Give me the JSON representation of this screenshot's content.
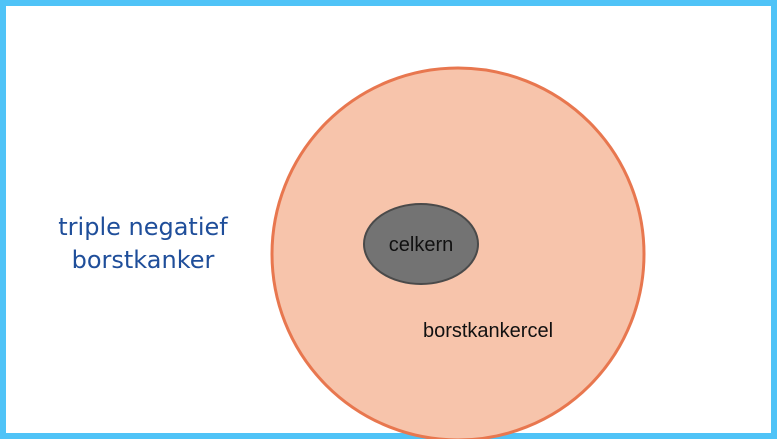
{
  "label": {
    "line1": "triple negatief",
    "line2": "borstkanker"
  },
  "nucleus": {
    "label": "celkern"
  },
  "cell": {
    "label": "borstkankercel"
  },
  "colors": {
    "frame": "#4fc3f7",
    "cell_fill": "#f7c4ab",
    "cell_stroke": "#e8774f",
    "nucleus_fill": "#737373",
    "nucleus_stroke": "#4a4a4a",
    "label_text": "#1f4e9a"
  }
}
